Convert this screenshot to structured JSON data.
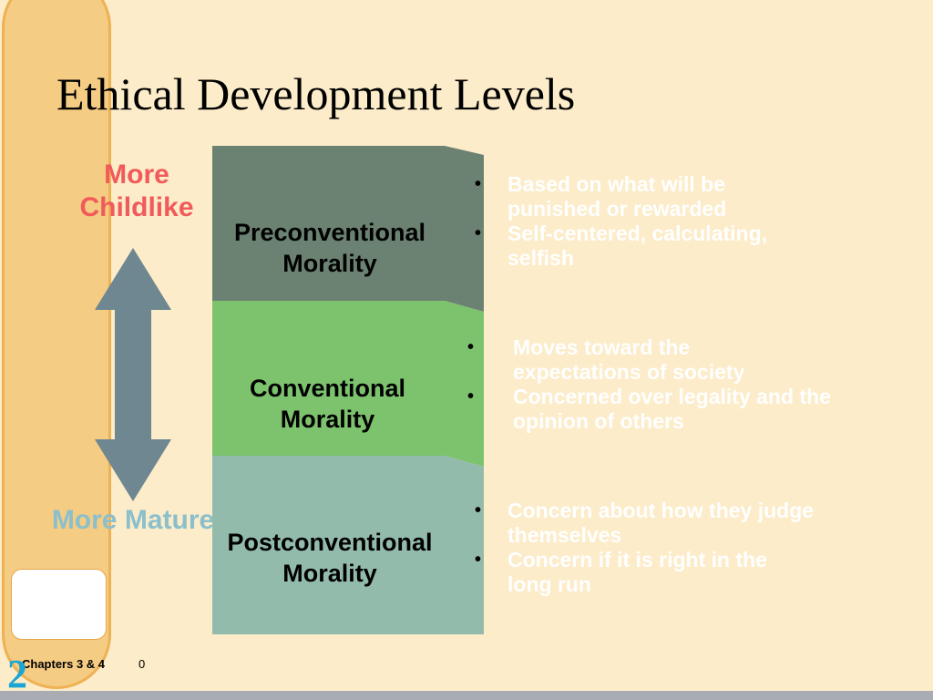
{
  "slide": {
    "title": "Ethical Development Levels",
    "top_label": "More Childlike",
    "bottom_label": "More Mature",
    "levels": [
      {
        "name": "Preconventional Morality",
        "color": "#6b8272",
        "bullets": [
          "Based on what will be punished or rewarded",
          "Self-centered, calculating, selfish"
        ]
      },
      {
        "name": "Conventional Morality",
        "color": "#7dc36e",
        "bullets": [
          "Moves toward the expectations of society",
          "Concerned over legality and the opinion of others"
        ]
      },
      {
        "name": "Postconventional Morality",
        "color": "#93bbac",
        "bullets": [
          "Concern about how they judge themselves",
          "Concern if it is right in the long run"
        ]
      }
    ],
    "arrow_color": "#6e8790",
    "footer": "Chapters 3 & 4",
    "footer_number": "0",
    "slide_number": "2",
    "bullet_char": "•"
  }
}
